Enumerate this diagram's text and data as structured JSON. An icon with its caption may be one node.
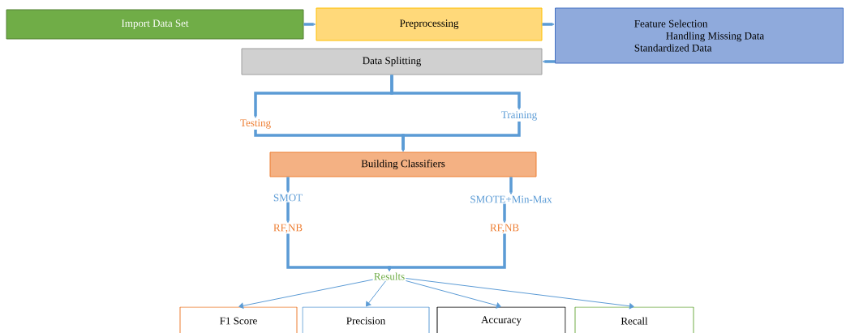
{
  "diagram": {
    "nodes": [
      {
        "text": [
          "Import Data Set"
        ]
      },
      {
        "text": [
          "Preprocessing"
        ]
      },
      {
        "text": [
          "Feature Selection",
          "Handling Missing Data",
          "Standardized Data"
        ]
      },
      {
        "text": [
          "Data Splitting"
        ]
      },
      {
        "text": [
          "Testing"
        ]
      },
      {
        "text": [
          "Training"
        ]
      },
      {
        "text": [
          "Building Classifiers"
        ]
      },
      {
        "text": [
          "SMOT"
        ]
      },
      {
        "text": [
          "SMOTE+Min-Max"
        ]
      },
      {
        "text": [
          "RF,NB"
        ]
      },
      {
        "text": [
          "RF,NB"
        ]
      },
      {
        "text": [
          "Results"
        ]
      },
      {
        "text": [
          "F1 Score"
        ]
      },
      {
        "text": [
          "Precision"
        ]
      },
      {
        "text": [
          "Accuracy"
        ]
      },
      {
        "text": [
          "Recall"
        ]
      }
    ],
    "edges": [
      {
        "from": 0,
        "to": 1,
        "arrow": "to"
      },
      {
        "from": 1,
        "to": 2,
        "arrow": "to"
      },
      {
        "from": 2,
        "to": 3,
        "arrow": "to"
      },
      {
        "from": 3,
        "to": 4,
        "arrow": "to"
      },
      {
        "from": 3,
        "to": 5,
        "arrow": "to"
      },
      {
        "from": 4,
        "to": 6,
        "arrow": "to"
      },
      {
        "from": 5,
        "to": 6,
        "arrow": "to"
      },
      {
        "from": 6,
        "to": 7,
        "arrow": "to"
      },
      {
        "from": 7,
        "to": 9,
        "arrow": "to"
      },
      {
        "from": 6,
        "to": 8,
        "arrow": "to"
      },
      {
        "from": 8,
        "to": 10,
        "arrow": "to"
      },
      {
        "from": 9,
        "to": 11,
        "arrow": "to"
      },
      {
        "from": 10,
        "to": 11,
        "arrow": "to"
      },
      {
        "from": 11,
        "to": 12,
        "arrow": "to"
      },
      {
        "from": 11,
        "to": 13,
        "arrow": "to"
      },
      {
        "from": 11,
        "to": 14,
        "arrow": "to"
      },
      {
        "from": 11,
        "to": 15,
        "arrow": "to"
      }
    ]
  }
}
